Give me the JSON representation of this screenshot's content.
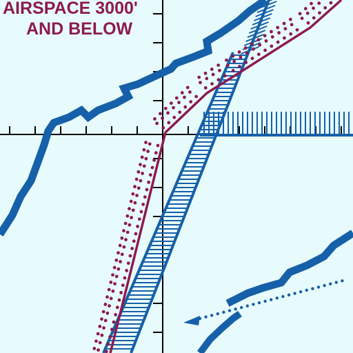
{
  "chart_label": {
    "line1": "AIRSPACE 3000'",
    "line2": "AND BELOW"
  },
  "colors": {
    "background": "#e8fbfc",
    "airway_blue": "#1560a8",
    "boundary_magenta": "#8c1a4f",
    "grid_black": "#000000"
  },
  "symbols": [
    "victor-airway-zigzag-icon",
    "restricted-area-hatched-boundary",
    "magenta-dotted-boundary",
    "dotted-route-arrow-icon"
  ]
}
